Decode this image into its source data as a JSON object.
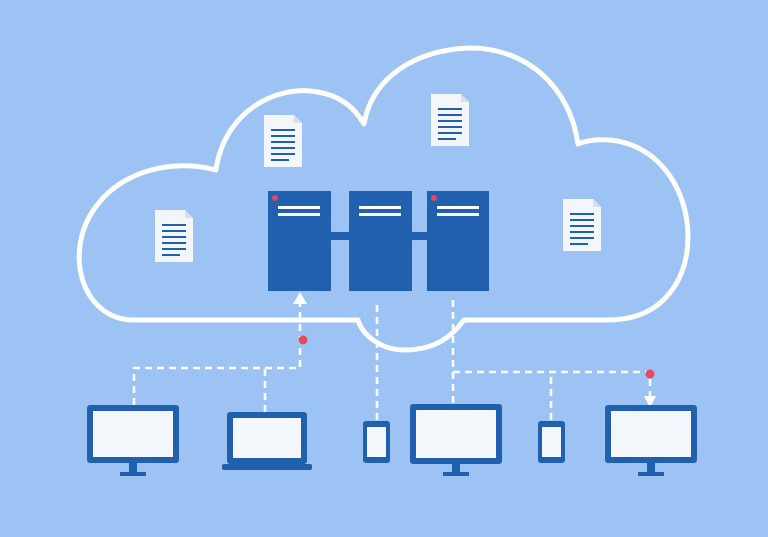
{
  "illustration": {
    "subject": "cloud-computing",
    "colors": {
      "background": "#9CC3F3",
      "cloud_outline": "#FFFFFF",
      "server": "#2160AE",
      "server_line": "#FFFFFF",
      "device": "#2160AE",
      "screen": "#F3F6FA",
      "document": "#F3F6FA",
      "document_line": "#2160AE",
      "connector": "#FFFFFF",
      "signal_dot": "#E6485C"
    },
    "servers": [
      {
        "name": "server-left"
      },
      {
        "name": "server-middle"
      },
      {
        "name": "server-right"
      }
    ],
    "documents": [
      {
        "name": "document-left"
      },
      {
        "name": "document-upper-left"
      },
      {
        "name": "document-top"
      },
      {
        "name": "document-right"
      }
    ],
    "devices": [
      {
        "name": "desktop-monitor-1",
        "kind": "monitor"
      },
      {
        "name": "laptop",
        "kind": "laptop"
      },
      {
        "name": "smartphone-1",
        "kind": "phone"
      },
      {
        "name": "desktop-monitor-2",
        "kind": "monitor"
      },
      {
        "name": "smartphone-2",
        "kind": "phone"
      },
      {
        "name": "desktop-monitor-3",
        "kind": "monitor"
      }
    ]
  }
}
